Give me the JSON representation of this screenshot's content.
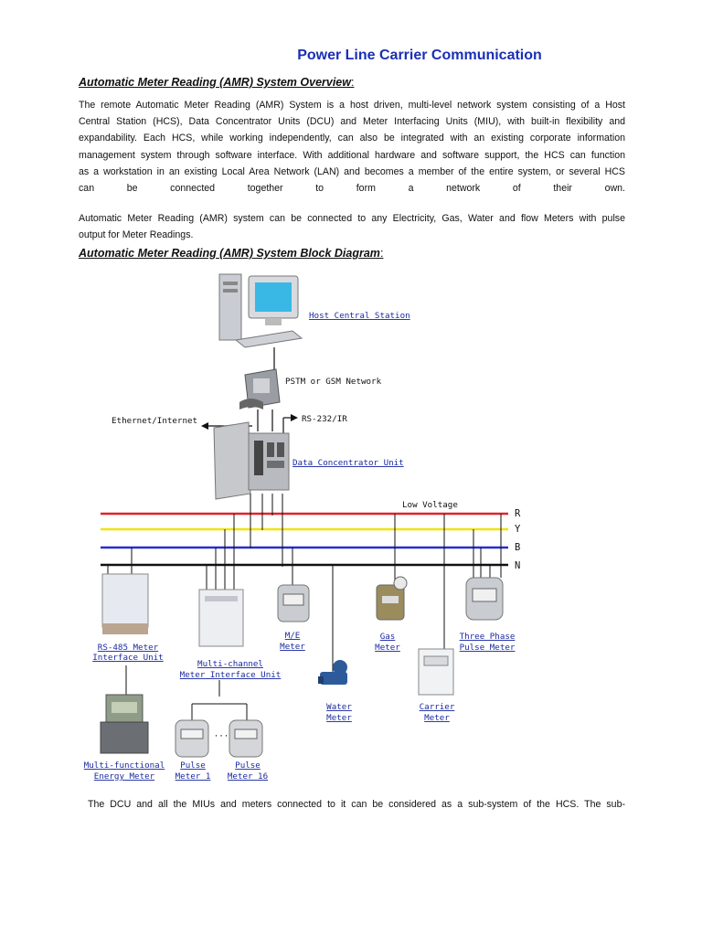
{
  "title": "Power Line Carrier Communication",
  "section1": {
    "heading": "Automatic Meter Reading (AMR) System Overview",
    "heading_suffix": ":",
    "p1_lines": [
      "The remote Automatic Meter Reading (AMR) System is a host driven, multi-level network system consisting of a Host",
      "Central Station (HCS), Data Concentrator Units (DCU) and Meter Interfacing Units (MIU), with built-in flexibility and",
      "expandability. Each HCS, while working independently, can also be integrated with an existing corporate information",
      "management system through software interface. With additional hardware and software support, the HCS can function",
      "as a workstation in an existing Local Area Network (LAN) and becomes a member of the entire system, or several HCS",
      "can be connected together to form a network of their own."
    ],
    "p2_lines": [
      "Automatic Meter Reading (AMR) system can be connected to any Electricity, Gas, Water and flow Meters with pulse",
      "output for Meter Readings."
    ]
  },
  "section2": {
    "heading": "Automatic Meter Reading (AMR) System Block Diagram",
    "heading_suffix": ":"
  },
  "diagram": {
    "host": "Host Central Station",
    "network": "PSTM or GSM Network",
    "ethernet": "Ethernet/Internet",
    "rs232": "RS-232/IR",
    "dcu": "Data Concentrator Unit",
    "low_voltage": "Low Voltage",
    "phase_r": "R",
    "phase_y": "Y",
    "phase_b": "B",
    "phase_n": "N",
    "rs485_l1": "RS-485 Meter",
    "rs485_l2": "Interface Unit",
    "multi_l1": "Multi-channel",
    "multi_l2": "Meter Interface Unit",
    "me_l1": "M/E",
    "me_l2": "Meter",
    "gas_l1": "Gas",
    "gas_l2": "Meter",
    "three_l1": "Three Phase",
    "three_l2": "Pulse Meter",
    "water_l1": "Water",
    "water_l2": "Meter",
    "carrier_l1": "Carrier",
    "carrier_l2": "Meter",
    "energy_l1": "Multi-functional",
    "energy_l2": "Energy Meter",
    "pulse1_l1": "Pulse",
    "pulse1_l2": "Meter 1",
    "pulse16_l1": "Pulse",
    "pulse16_l2": "Meter 16",
    "dots": "···",
    "colors": {
      "r": "#e3222a",
      "y": "#f2e30c",
      "b": "#2a2dcf",
      "n": "#111111"
    }
  },
  "bottom_text": "The DCU and all the MIUs and meters connected to it can be considered as a sub-system of the HCS. The sub-"
}
